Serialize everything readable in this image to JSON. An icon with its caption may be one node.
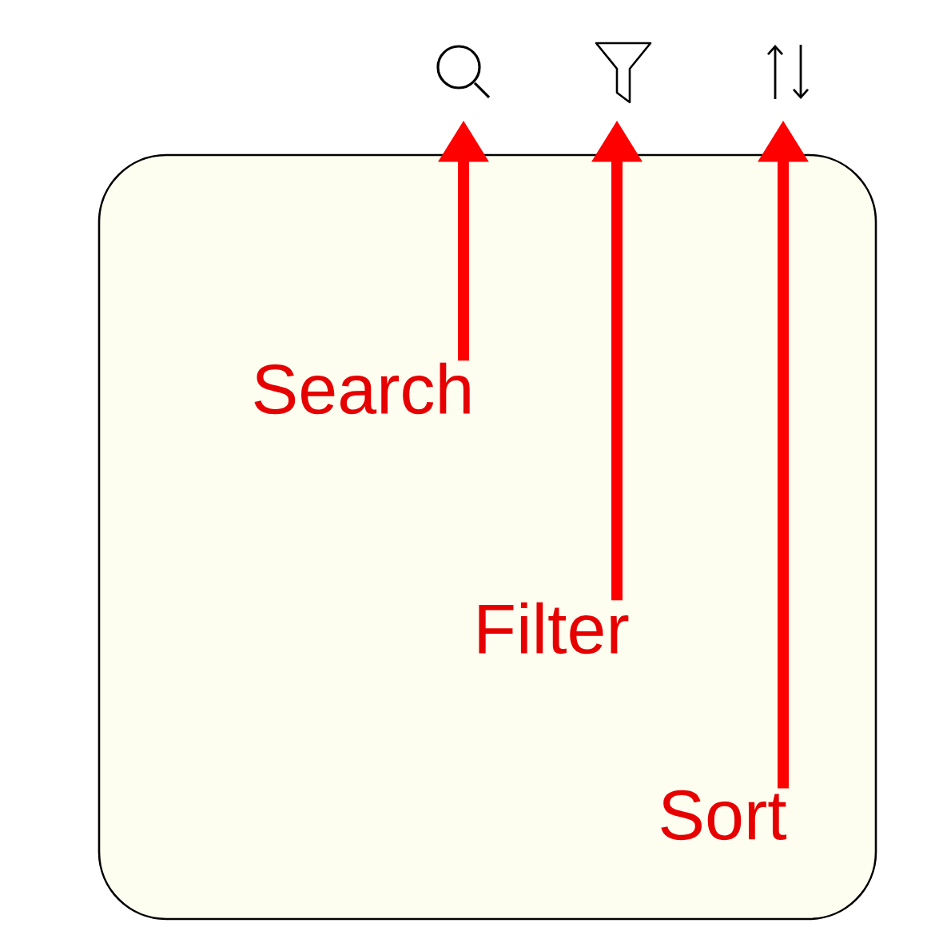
{
  "diagram": {
    "nodes": [
      {
        "text": [],
        "shape": "magnifier"
      },
      {
        "text": [],
        "shape": "funnel"
      },
      {
        "text": [],
        "shape": "arrows"
      },
      {
        "text": [],
        "shape": "box"
      },
      {
        "text": [
          "Search"
        ],
        "in": 3
      },
      {
        "text": [
          "Filter"
        ],
        "in": 3
      },
      {
        "text": [
          "Sort"
        ],
        "in": 3
      }
    ],
    "edges": [
      {
        "from": 4,
        "to": 0,
        "arrow": "to"
      },
      {
        "from": 5,
        "to": 1,
        "arrow": "to"
      },
      {
        "from": 6,
        "to": 2,
        "arrow": "to"
      }
    ]
  }
}
